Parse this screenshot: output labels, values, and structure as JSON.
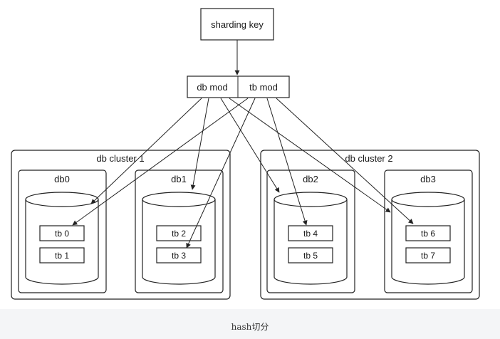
{
  "diagram": {
    "sharding_key": "sharding key",
    "db_mod": "db mod",
    "tb_mod": "tb mod",
    "clusters": [
      {
        "label": "db cluster 1",
        "dbs": [
          {
            "label": "db0",
            "tables": [
              "tb 0",
              "tb 1"
            ]
          },
          {
            "label": "db1",
            "tables": [
              "tb 2",
              "tb 3"
            ]
          }
        ]
      },
      {
        "label": "db cluster 2",
        "dbs": [
          {
            "label": "db2",
            "tables": [
              "tb 4",
              "tb 5"
            ]
          },
          {
            "label": "db3",
            "tables": [
              "tb 6",
              "tb 7"
            ]
          }
        ]
      }
    ],
    "edges": [
      {
        "from": "db mod",
        "to": "db0"
      },
      {
        "from": "db mod",
        "to": "db1"
      },
      {
        "from": "db mod",
        "to": "db2"
      },
      {
        "from": "db mod",
        "to": "db3"
      },
      {
        "from": "tb mod",
        "to": "tb 0"
      },
      {
        "from": "tb mod",
        "to": "tb 3"
      },
      {
        "from": "tb mod",
        "to": "tb 4"
      },
      {
        "from": "tb mod",
        "to": "tb 6"
      }
    ]
  },
  "caption": "hash切分"
}
